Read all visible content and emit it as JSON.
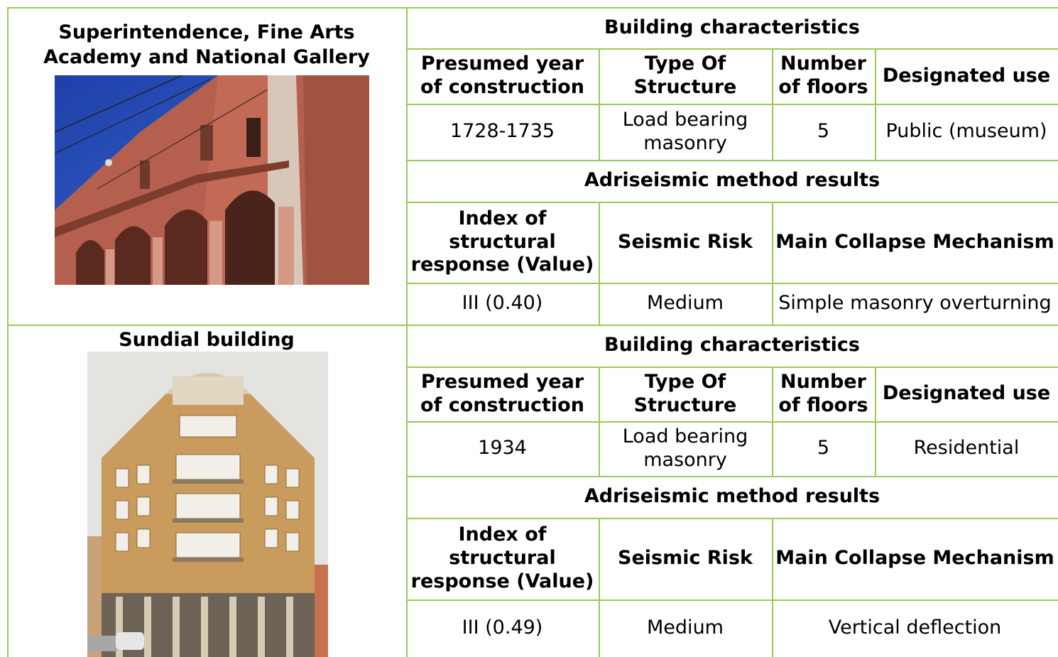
{
  "buildings": [
    {
      "name_line1": "Superintendence, Fine Arts",
      "name_line2": "Academy and National Gallery",
      "photo_icon": "arcade-facade-photo",
      "characteristics_title": "Building characteristics",
      "headers": [
        "Presumed year of construction",
        "Type Of Structure",
        "Number of floors",
        "Designated use"
      ],
      "values": [
        "1728-1735",
        "Load bearing masonry",
        "5",
        "Public (museum)"
      ],
      "results_title": "Adriseismic method results",
      "result_headers": [
        "Index of structural response (Value)",
        "Seismic Risk",
        "Main Collapse Mechanism"
      ],
      "result_values": [
        "III (0.40)",
        "Medium",
        "Simple masonry overturning"
      ]
    },
    {
      "name_line1": "Sundial building",
      "photo_icon": "corner-building-photo",
      "characteristics_title": "Building characteristics",
      "headers": [
        "Presumed year of construction",
        "Type Of Structure",
        "Number of floors",
        "Designated use"
      ],
      "values": [
        "1934",
        "Load bearing masonry",
        "5",
        "Residential"
      ],
      "results_title": "Adriseismic method results",
      "result_headers": [
        "Index of structural response (Value)",
        "Seismic Risk",
        "Main Collapse Mechanism"
      ],
      "result_values": [
        "III (0.49)",
        "Medium",
        "Vertical deflection"
      ]
    }
  ],
  "colors": {
    "grid": "#9bc95a"
  }
}
